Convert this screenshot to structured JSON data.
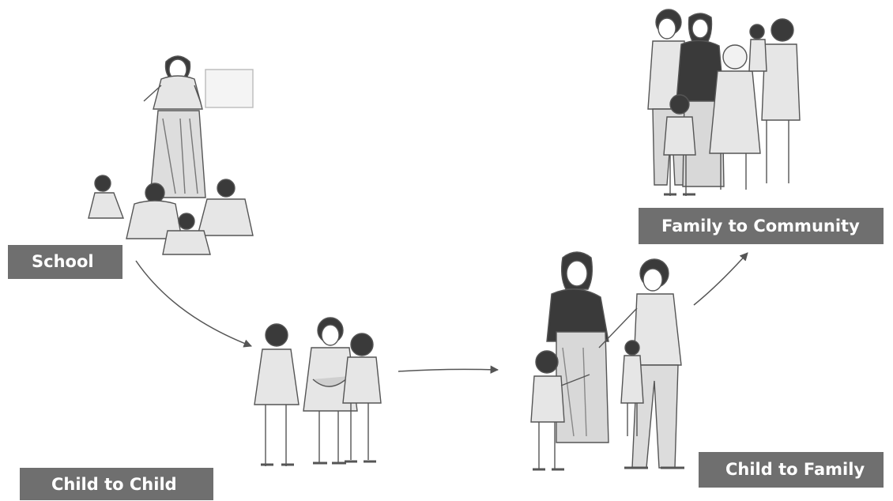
{
  "labels": {
    "school": "School",
    "child_to_child": "Child to Child",
    "child_to_family": "Child to Family",
    "family_to_community": "Family to Community"
  },
  "colors": {
    "label_bg": "#6f6f6f",
    "label_text": "#ffffff",
    "line": "#555555",
    "figure_fill": "#e6e6e6",
    "dark_fill": "#3a3a3a"
  }
}
